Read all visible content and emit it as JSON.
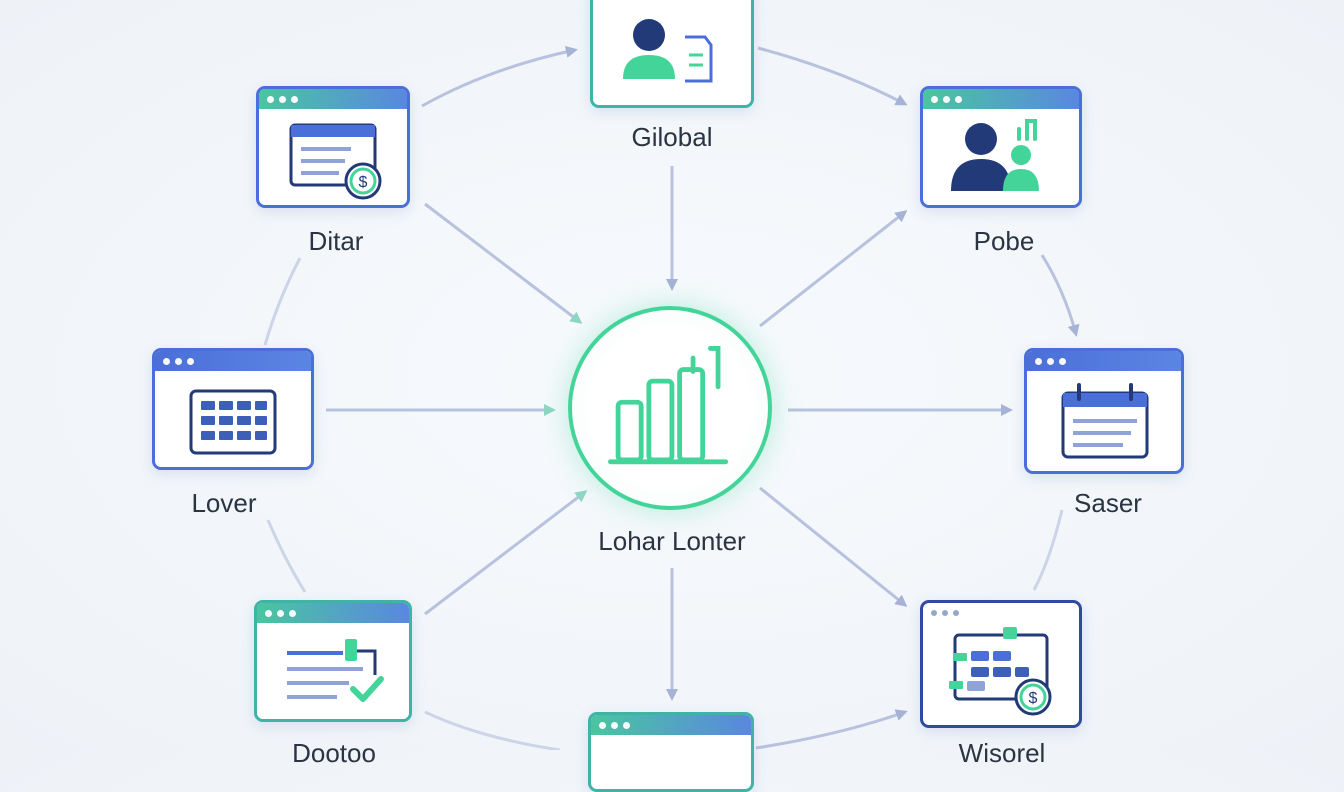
{
  "hub": {
    "label": "Lohar Lonter",
    "icon": "bar-chart-icon"
  },
  "nodes": [
    {
      "id": "top",
      "label": "Gilobal",
      "icon": "user-document-icon"
    },
    {
      "id": "top-left",
      "label": "Ditar",
      "icon": "invoice-dollar-icon"
    },
    {
      "id": "top-right",
      "label": "Pobe",
      "icon": "users-chart-icon"
    },
    {
      "id": "mid-left",
      "label": "Lover",
      "icon": "calendar-grid-icon"
    },
    {
      "id": "mid-right",
      "label": "Saser",
      "icon": "calendar-list-icon"
    },
    {
      "id": "bottom-left",
      "label": "Dootoo",
      "icon": "checklist-icon"
    },
    {
      "id": "bottom",
      "label": "",
      "icon": "window-icon"
    },
    {
      "id": "bottom-right",
      "label": "Wisorel",
      "icon": "gantt-dollar-icon"
    }
  ],
  "colors": {
    "blue": "#4b6fd8",
    "green": "#43d49a",
    "navy": "#233a78",
    "arrow": "#a9b4d4"
  }
}
